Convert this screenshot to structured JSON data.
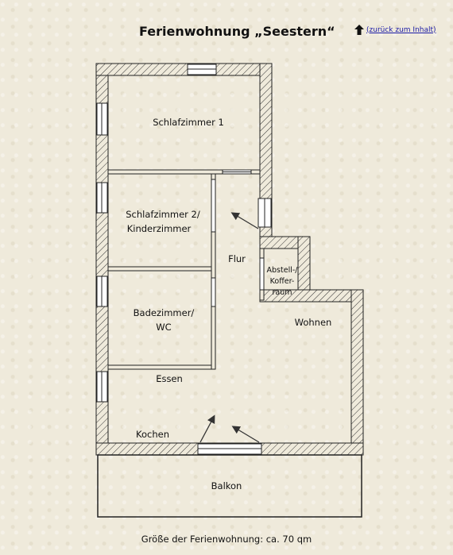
{
  "header": {
    "title": "Ferienwohnung „Seestern“",
    "back_link": "(zurück zum Inhalt)"
  },
  "rooms": {
    "schlafzimmer1": "Schlafzimmer 1",
    "schlafzimmer2_line1": "Schlafzimmer 2/",
    "schlafzimmer2_line2": "Kinderzimmer",
    "flur": "Flur",
    "abstell_line1": "Abstell-/",
    "abstell_line2": "Koffer-",
    "abstell_line3": "raum",
    "bad_line1": "Badezimmer/",
    "bad_line2": "WC",
    "wohnen": "Wohnen",
    "essen": "Essen",
    "kochen": "Kochen",
    "balkon": "Balkon"
  },
  "footer": {
    "size_text": "Größe der Ferienwohnung: ca. 70 qm"
  },
  "colors": {
    "background": "#efeadb",
    "wall": "#222222",
    "link": "#1a1aa6"
  }
}
